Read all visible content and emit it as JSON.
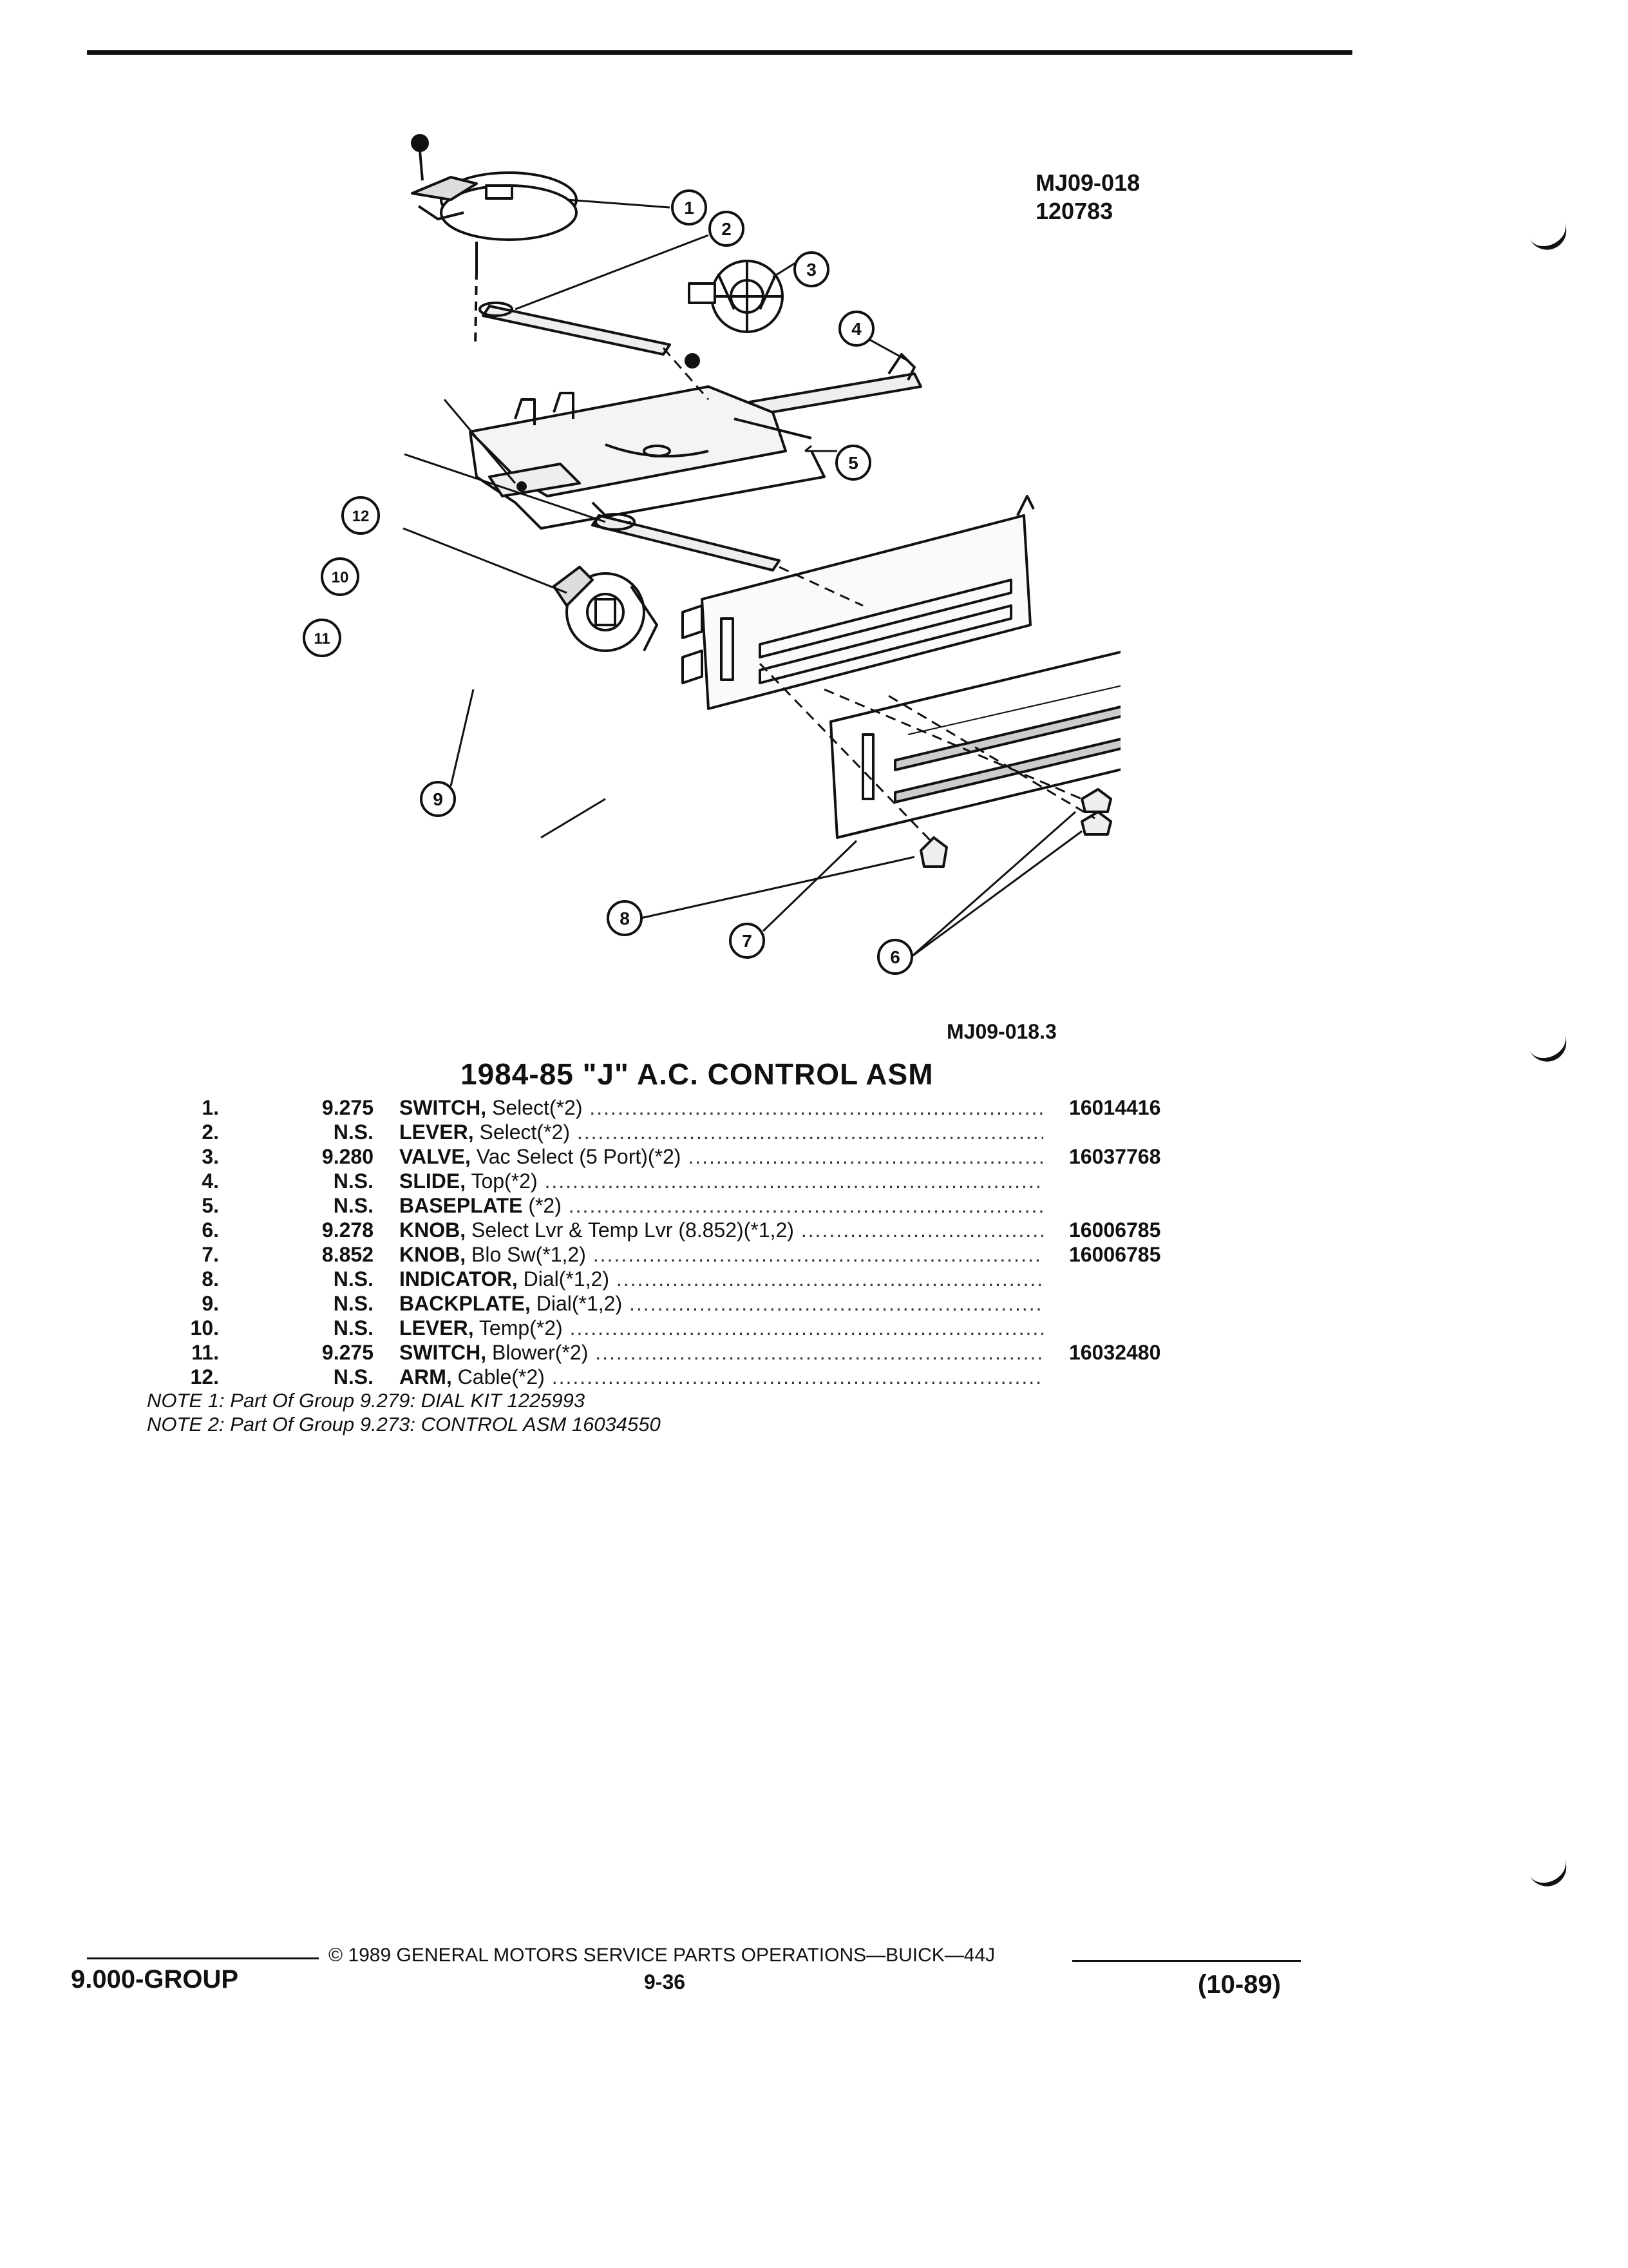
{
  "figure_ref": {
    "line1": "MJ09-018",
    "line2": "120783"
  },
  "figure_ref_bottom": "MJ09-018.3",
  "callouts": [
    "1",
    "2",
    "3",
    "4",
    "5",
    "6",
    "7",
    "8",
    "9",
    "10",
    "11",
    "12"
  ],
  "title": "1984-85 \"J\" A.C. CONTROL ASM",
  "parts": [
    {
      "num": "1.",
      "group": "9.275",
      "name": "SWITCH,",
      "detail": " Select(*2)",
      "pn": "16014416"
    },
    {
      "num": "2.",
      "group": "N.S.",
      "name": "LEVER,",
      "detail": " Select(*2)",
      "pn": ""
    },
    {
      "num": "3.",
      "group": "9.280",
      "name": "VALVE,",
      "detail": " Vac Select (5 Port)(*2)",
      "pn": "16037768"
    },
    {
      "num": "4.",
      "group": "N.S.",
      "name": "SLIDE,",
      "detail": " Top(*2)",
      "pn": ""
    },
    {
      "num": "5.",
      "group": "N.S.",
      "name": "BASEPLATE",
      "detail": " (*2)",
      "pn": ""
    },
    {
      "num": "6.",
      "group": "9.278",
      "name": "KNOB,",
      "detail": " Select Lvr & Temp Lvr (8.852)(*1,2)",
      "pn": "16006785"
    },
    {
      "num": "7.",
      "group": "8.852",
      "name": "KNOB,",
      "detail": " Blo Sw(*1,2)",
      "pn": "16006785"
    },
    {
      "num": "8.",
      "group": "N.S.",
      "name": "INDICATOR,",
      "detail": " Dial(*1,2)",
      "pn": ""
    },
    {
      "num": "9.",
      "group": "N.S.",
      "name": "BACKPLATE,",
      "detail": " Dial(*1,2)",
      "pn": ""
    },
    {
      "num": "10.",
      "group": "N.S.",
      "name": "LEVER,",
      "detail": " Temp(*2)",
      "pn": ""
    },
    {
      "num": "11.",
      "group": "9.275",
      "name": "SWITCH,",
      "detail": " Blower(*2)",
      "pn": "16032480"
    },
    {
      "num": "12.",
      "group": "N.S.",
      "name": "ARM,",
      "detail": " Cable(*2)",
      "pn": ""
    }
  ],
  "notes": [
    "NOTE 1: Part Of Group 9.279: DIAL KIT 1225993",
    "NOTE 2: Part Of Group 9.273: CONTROL ASM 16034550"
  ],
  "footer": {
    "copyright": "© 1989 GENERAL MOTORS SERVICE PARTS OPERATIONS—BUICK—44J",
    "group": "9.000-GROUP",
    "page": "9-36",
    "date": "(10-89)"
  },
  "colors": {
    "ink": "#111111",
    "paper": "#ffffff"
  }
}
